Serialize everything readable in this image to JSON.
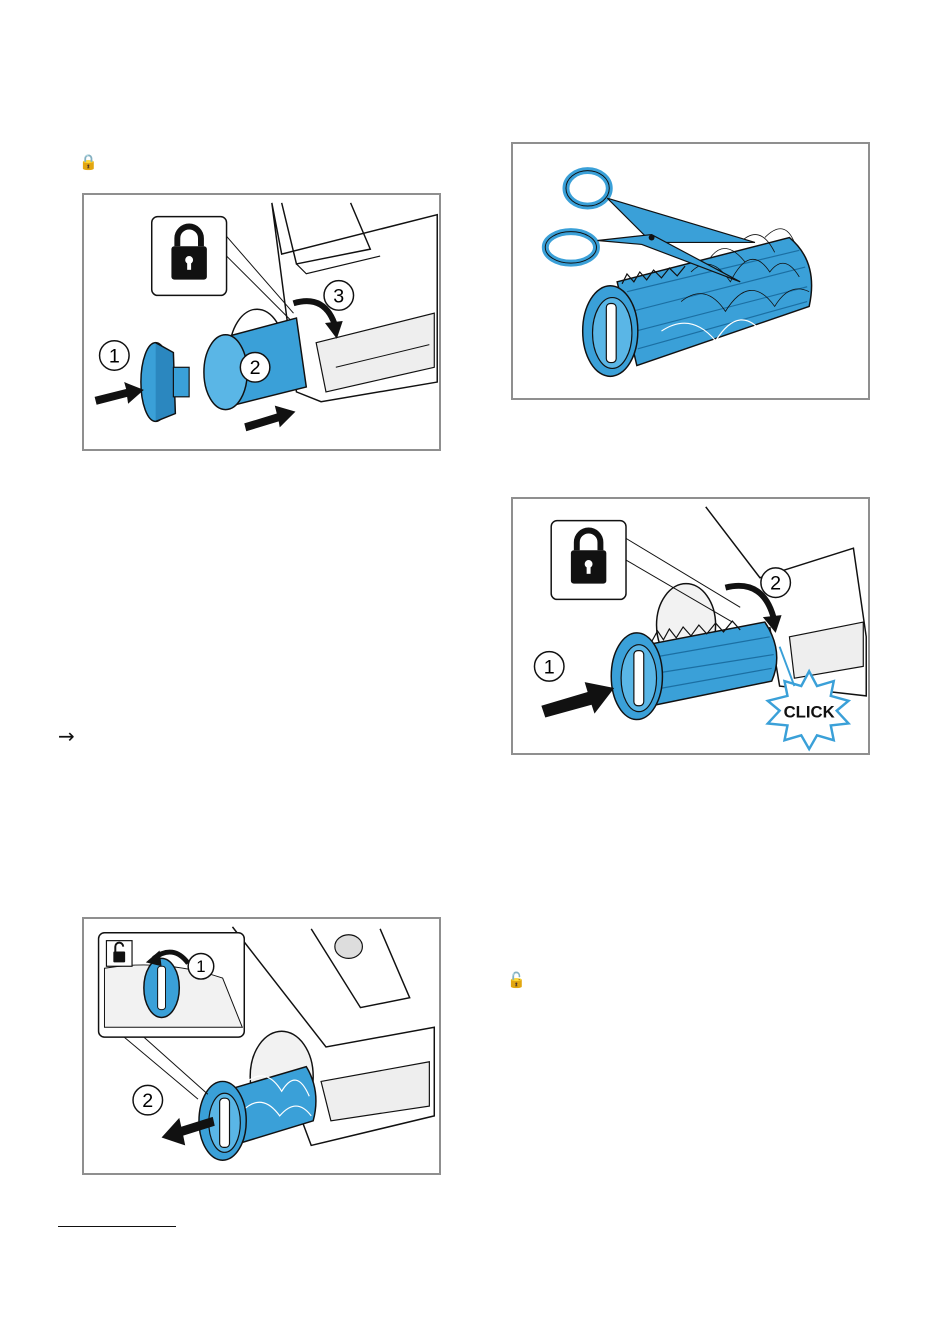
{
  "page": {
    "lock_symbol": "🔒",
    "unlock_symbol": "🔓",
    "result_arrow": "→"
  },
  "figures": {
    "remove_cover": {
      "steps": [
        "1",
        "2",
        "3"
      ]
    },
    "cut_hair": {},
    "insert_roller": {
      "steps": [
        "1",
        "2"
      ],
      "click_label": "CLICK"
    },
    "pull_roller": {
      "steps": [
        "1",
        "2"
      ]
    }
  },
  "colors": {
    "blue": "#3aa0d8",
    "blue_dark": "#1b6fa3",
    "frame": "#8f8f8f"
  }
}
